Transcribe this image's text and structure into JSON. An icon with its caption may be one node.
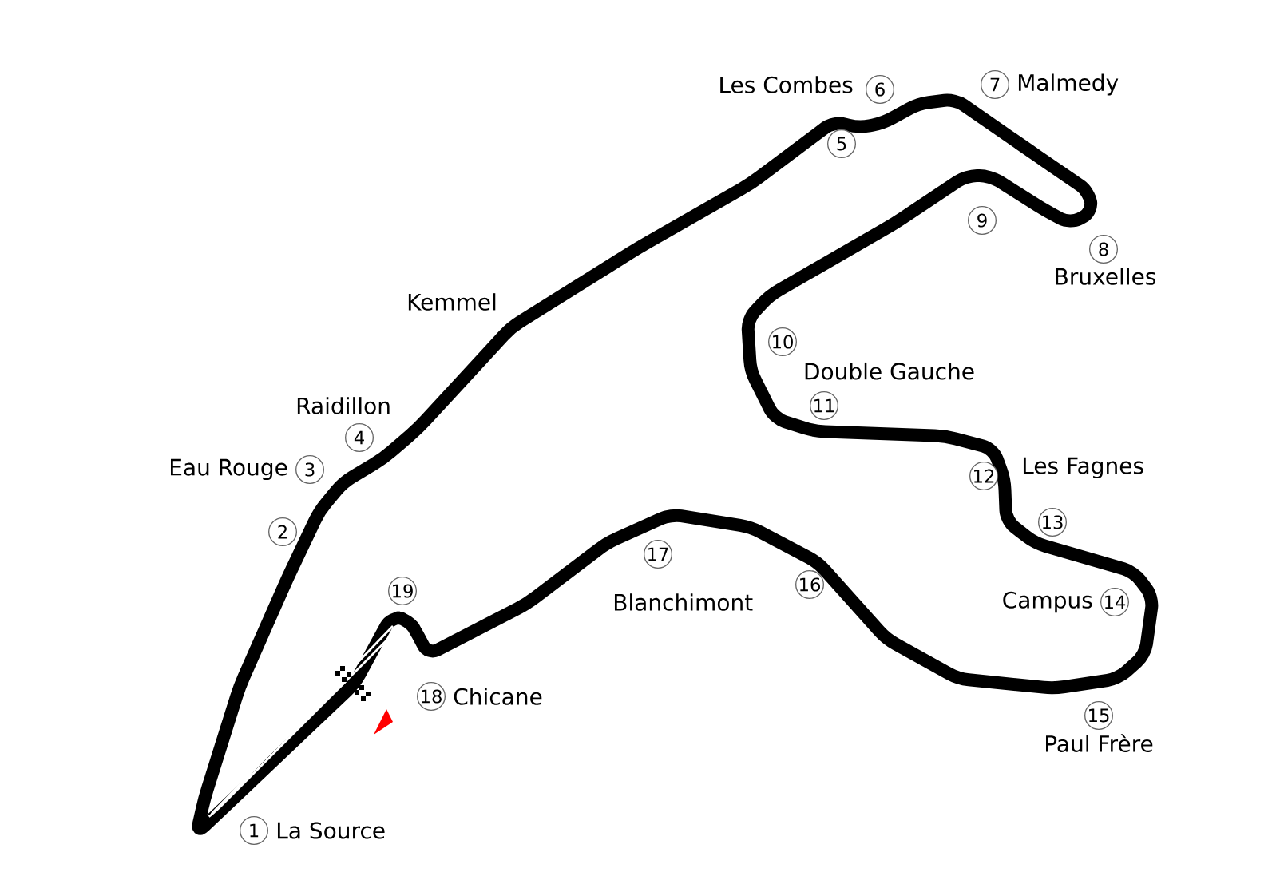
{
  "diagram": {
    "nodes": [
      {
        "text": [
          "1"
        ],
        "beside": [
          "La Source"
        ]
      },
      {
        "text": [
          "2"
        ]
      },
      {
        "text": [
          "3"
        ],
        "beside": [
          "Eau Rouge"
        ]
      },
      {
        "text": [
          "4"
        ],
        "beside": [
          "Raidillon"
        ]
      },
      {
        "text": [
          "5"
        ]
      },
      {
        "text": [
          "6"
        ],
        "beside": [
          "Les Combes"
        ]
      },
      {
        "text": [
          "7"
        ],
        "beside": [
          "Malmedy"
        ]
      },
      {
        "text": [
          "8"
        ],
        "beside": [
          "Bruxelles"
        ]
      },
      {
        "text": [
          "9"
        ]
      },
      {
        "text": [
          "10"
        ],
        "beside": [
          "Double Gauche"
        ]
      },
      {
        "text": [
          "11"
        ]
      },
      {
        "text": [
          "12"
        ],
        "beside": [
          "Les Fagnes"
        ]
      },
      {
        "text": [
          "13"
        ]
      },
      {
        "text": [
          "14"
        ],
        "beside": [
          "Campus"
        ]
      },
      {
        "text": [
          "15"
        ],
        "beside": [
          "Paul Frère"
        ]
      },
      {
        "text": [
          "16"
        ]
      },
      {
        "text": [
          "17"
        ],
        "beside": [
          "Blanchimont"
        ]
      },
      {
        "text": [
          "18"
        ],
        "beside": [
          "Chicane"
        ]
      },
      {
        "text": [
          "19"
        ]
      }
    ],
    "labels": [
      "Kemmel"
    ]
  }
}
